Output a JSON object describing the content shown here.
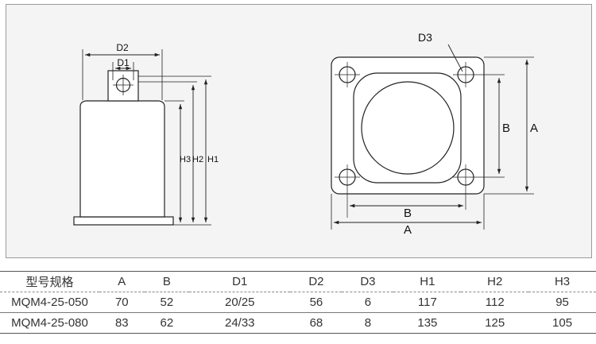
{
  "drawing": {
    "side_view": {
      "d2": "D2",
      "d1": "D1",
      "h3": "H3",
      "h2": "H2",
      "h1": "H1"
    },
    "top_view": {
      "d3": "D3",
      "b_vertical": "B",
      "a_vertical": "A",
      "b_horizontal": "B",
      "a_horizontal": "A"
    }
  },
  "table": {
    "headers": [
      "型号规格",
      "A",
      "B",
      "D1",
      "D2",
      "D3",
      "H1",
      "H2",
      "H3"
    ],
    "rows": [
      [
        "MQM4-25-050",
        "70",
        "52",
        "20/25",
        "56",
        "6",
        "117",
        "112",
        "95"
      ],
      [
        "MQM4-25-080",
        "83",
        "62",
        "24/33",
        "68",
        "8",
        "135",
        "125",
        "105"
      ]
    ]
  },
  "colors": {
    "panel_background": "#f4f4f4",
    "panel_border": "#9a9a9a",
    "line": "#222222"
  }
}
